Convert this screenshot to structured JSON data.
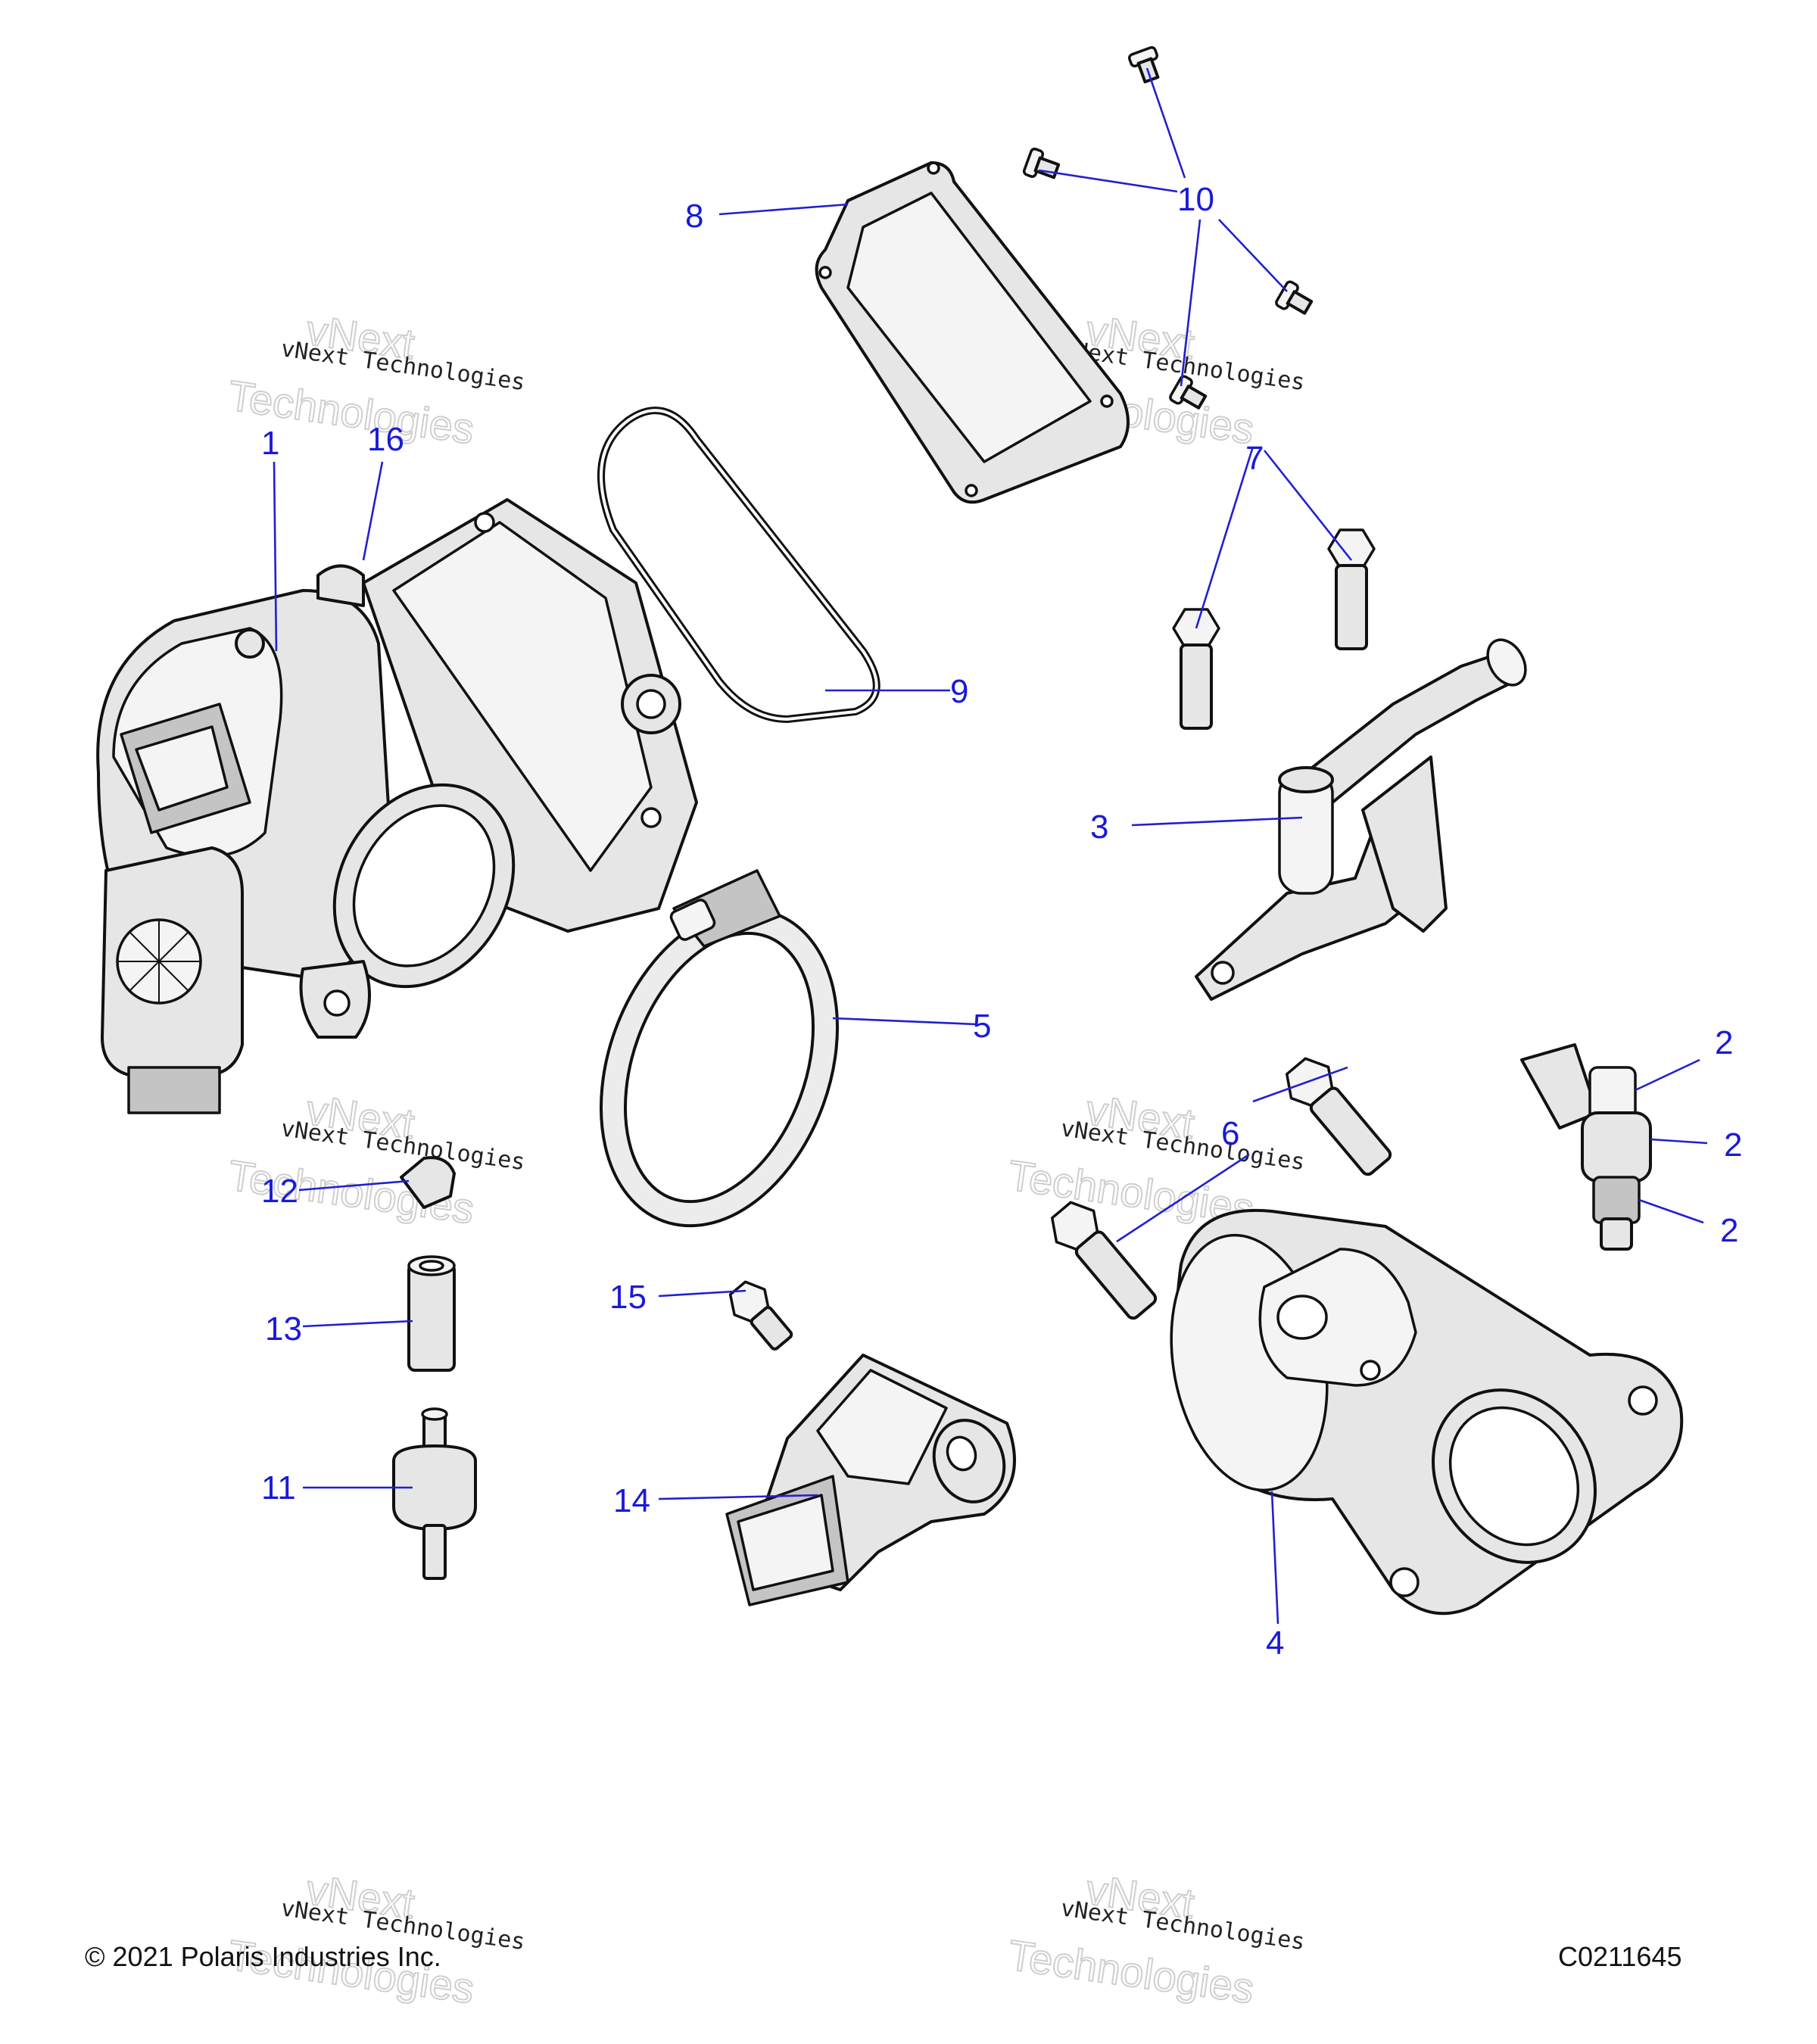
{
  "callouts": {
    "c1": "1",
    "c2a": "2",
    "c2b": "2",
    "c2c": "2",
    "c3": "3",
    "c4": "4",
    "c5": "5",
    "c6": "6",
    "c7": "7",
    "c8": "8",
    "c9": "9",
    "c10": "10",
    "c11": "11",
    "c12": "12",
    "c13": "13",
    "c14": "14",
    "c15": "15",
    "c16": "16"
  },
  "watermark": {
    "line1": "vNext Technologies",
    "big1": "vNext",
    "big2": "Technologies"
  },
  "footer": {
    "copyright": "© 2021 Polaris Industries Inc.",
    "code": "C0211645"
  },
  "colors": {
    "callout": "#1a1ad8",
    "leader": "#2020d0",
    "line_art": "#111111"
  }
}
